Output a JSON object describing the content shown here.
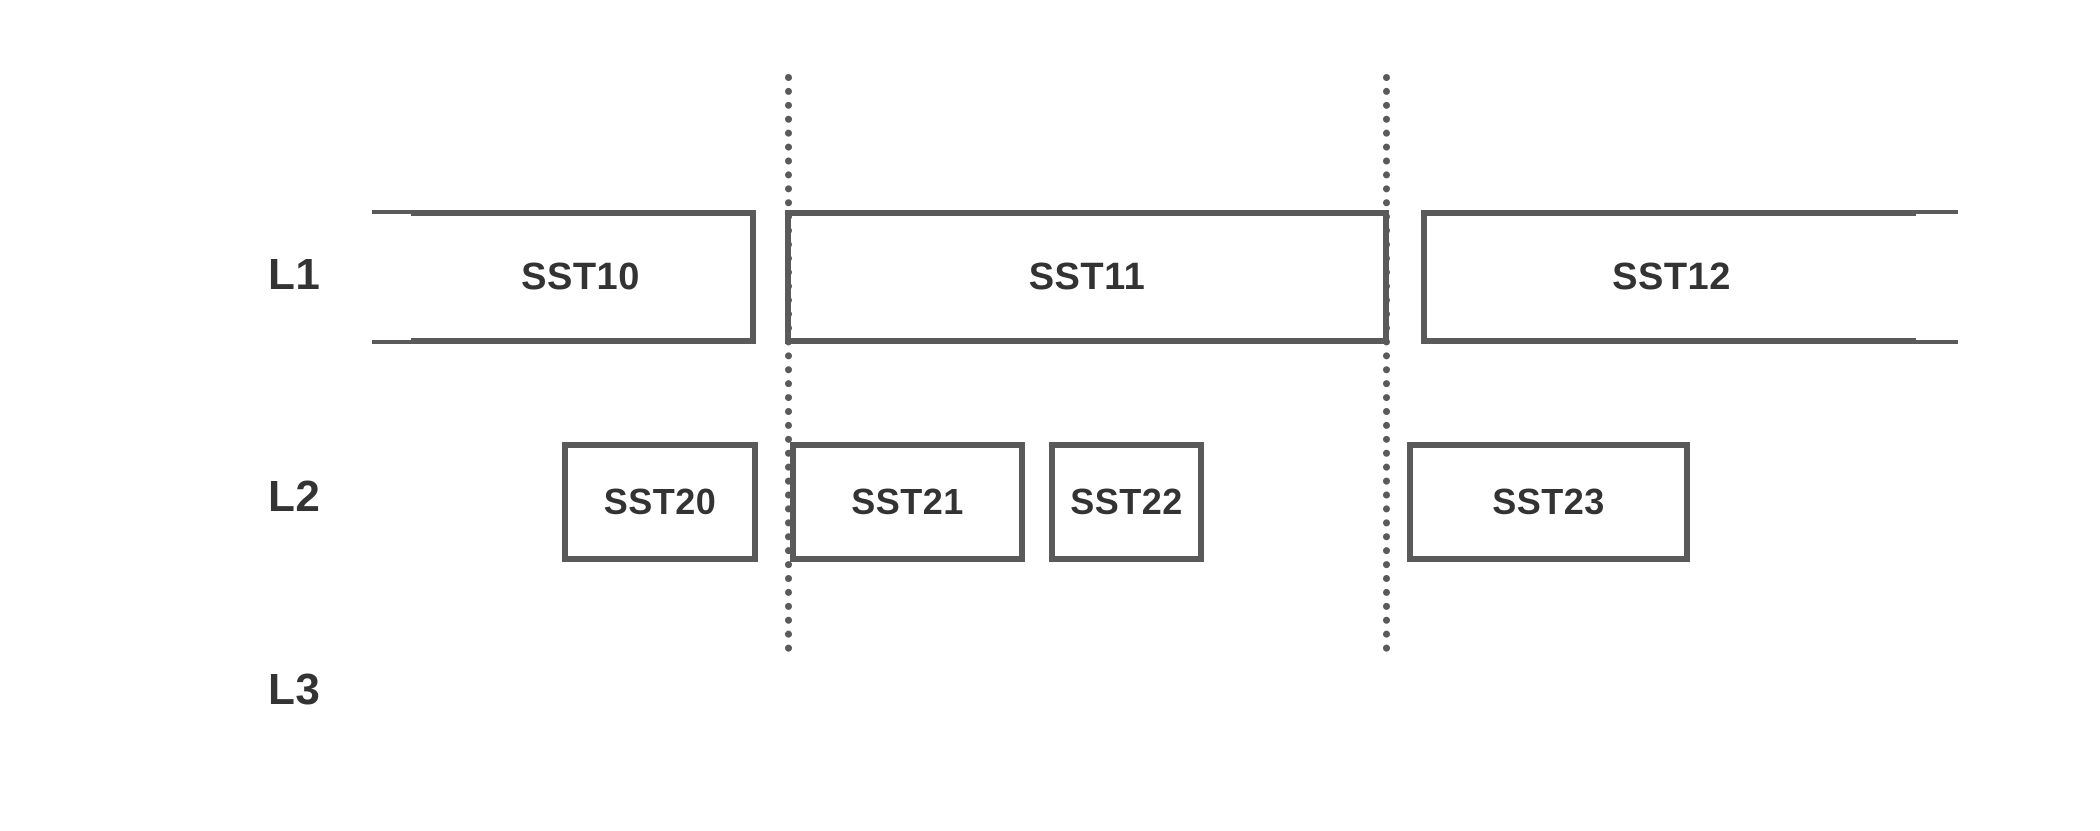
{
  "diagram": {
    "title": "",
    "background_color": "#ffffff",
    "stroke_color": "#5a5a5a",
    "text_color": "#333333",
    "levels": [
      {
        "id": "L1",
        "label": "L1"
      },
      {
        "id": "L2",
        "label": "L2"
      },
      {
        "id": "L3",
        "label": "L3"
      }
    ],
    "level1_tables": [
      {
        "label": "SST10"
      },
      {
        "label": "SST11"
      },
      {
        "label": "SST12"
      }
    ],
    "level2_tables": [
      {
        "label": "SST20"
      },
      {
        "label": "SST21"
      },
      {
        "label": "SST22"
      },
      {
        "label": "SST23"
      }
    ],
    "level3_tables": [],
    "guide_lines": [
      {
        "name": "key-range-boundary-left"
      },
      {
        "name": "key-range-boundary-right"
      }
    ]
  }
}
